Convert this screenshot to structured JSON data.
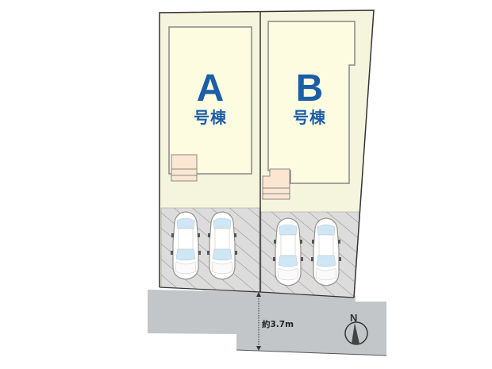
{
  "plan": {
    "units": [
      {
        "id": "A",
        "letter": "A",
        "suffix": "号棟",
        "parking_spaces": 2
      },
      {
        "id": "B",
        "letter": "B",
        "suffix": "号棟",
        "parking_spaces": 2
      }
    ],
    "road": {
      "width_label": "約3.7m"
    },
    "compass": {
      "label": "N"
    }
  },
  "colors": {
    "lot_fill": "#f4f5dc",
    "building_fill": "#fdfbe0",
    "entrance_fill": "#fbe6d2",
    "parking_fill": "#dcdcdc",
    "hatch": "#8a8a8a",
    "road_fill": "#c3c6c8",
    "outline": "#333333",
    "unit_label": "#1b5ea8",
    "car_glass": "#cfe6f5"
  }
}
